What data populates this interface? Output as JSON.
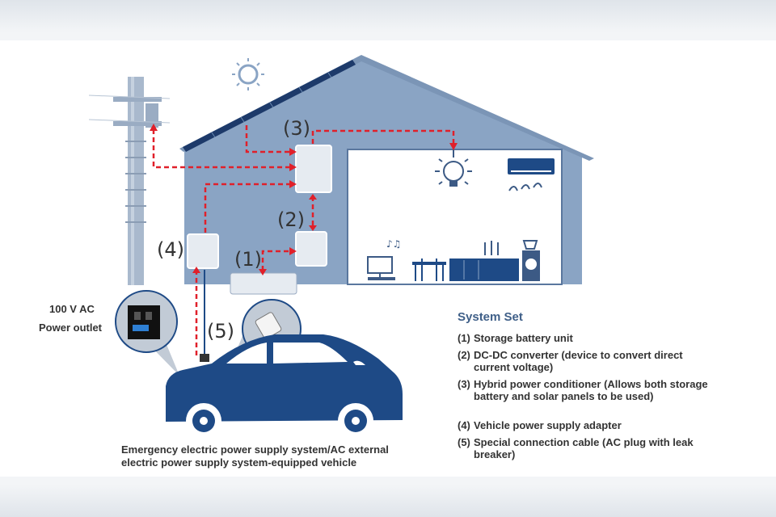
{
  "labels": {
    "n1": "(1)",
    "n2": "(2)",
    "n3": "(3)",
    "n4": "(4)",
    "n5": "(5)"
  },
  "outlet": {
    "line1": "100 V AC",
    "line2": "Power outlet"
  },
  "legend": {
    "title": "System Set",
    "items": [
      {
        "num": "(1)",
        "text": "Storage battery unit"
      },
      {
        "num": "(2)",
        "text": "DC-DC converter (device to convert direct current voltage)"
      },
      {
        "num": "(3)",
        "text": "Hybrid power conditioner (Allows both storage battery and solar panels to be used)"
      },
      {
        "num": "(4)",
        "text": "Vehicle power supply adapter"
      },
      {
        "num": "(5)",
        "text": "Special connection cable (AC plug with leak breaker)"
      }
    ]
  },
  "caption": {
    "line1": "Emergency electric power supply system/AC external",
    "line2": "electric power supply system-equipped vehicle"
  },
  "colors": {
    "house": "#8aa4c4",
    "interior_line": "#3c5a85",
    "car": "#1e4a86",
    "flow": "#e0202a",
    "legend_title": "#3f5f88"
  }
}
